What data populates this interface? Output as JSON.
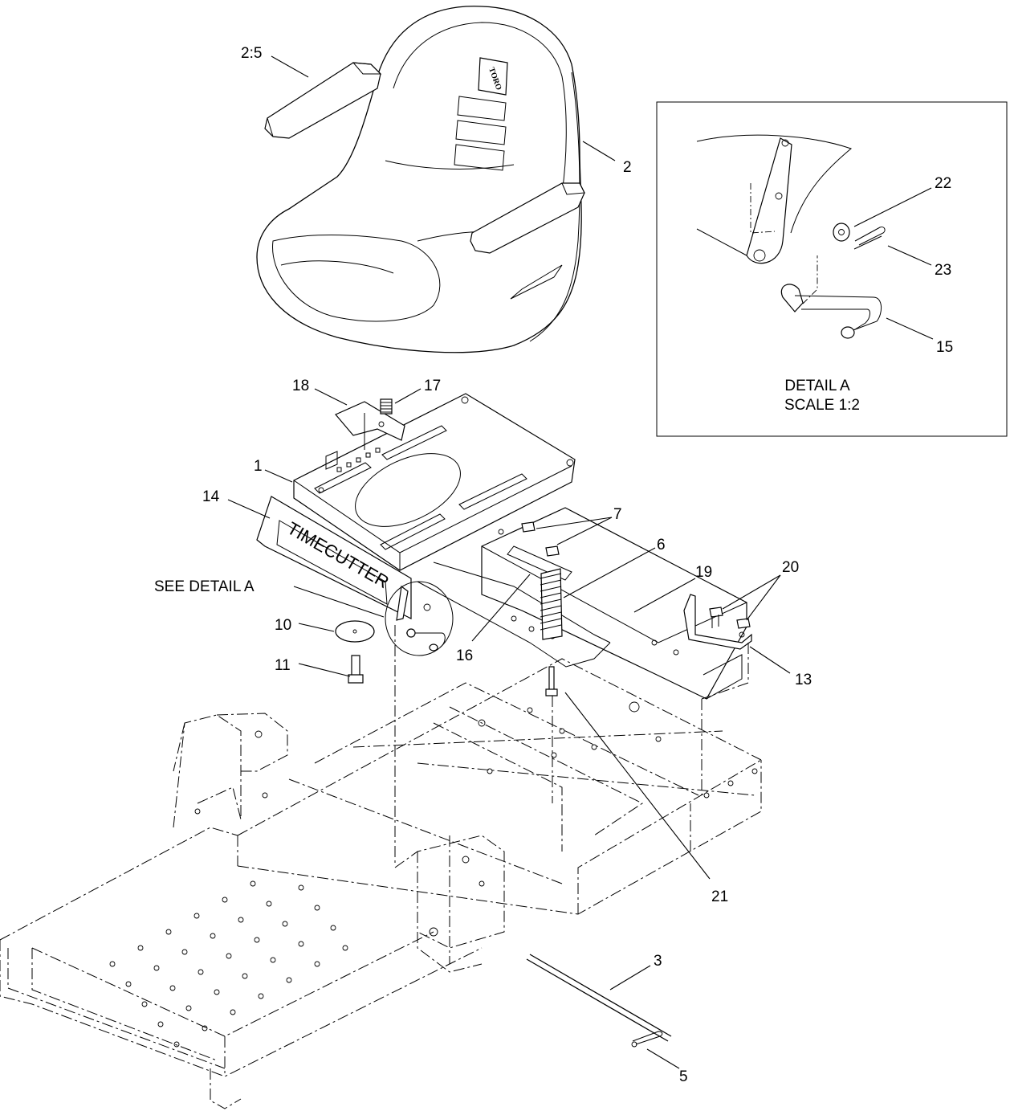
{
  "callouts": {
    "c2_5": "2:5",
    "c2": "2",
    "c22": "22",
    "c23": "23",
    "c15": "15",
    "c18": "18",
    "c17": "17",
    "c1": "1",
    "c14": "14",
    "c7": "7",
    "c6": "6",
    "c19": "19",
    "c20": "20",
    "c10": "10",
    "c11": "11",
    "c16": "16",
    "c13": "13",
    "c21": "21",
    "c3": "3",
    "c5": "5"
  },
  "see_detail": "SEE DETAIL  A",
  "detail_box": {
    "title": "DETAIL  A",
    "scale": "SCALE  1:2"
  },
  "brand_logo": "TORO",
  "panel_decal": "TIMECUTTER"
}
